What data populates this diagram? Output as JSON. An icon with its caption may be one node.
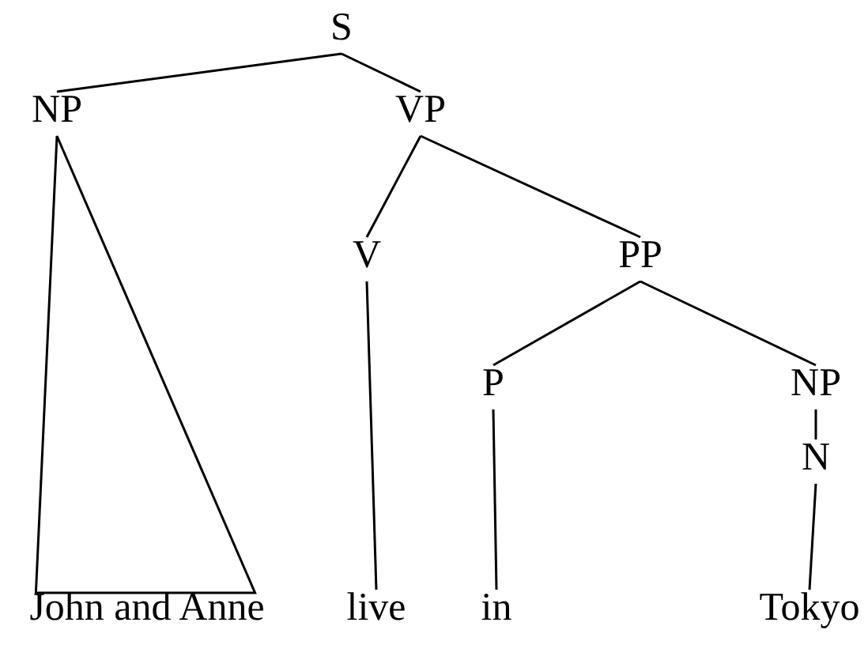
{
  "diagram": {
    "nodes": [
      {
        "text": [
          "S"
        ]
      },
      {
        "text": [
          "NP"
        ]
      },
      {
        "text": [
          "VP"
        ]
      },
      {
        "text": [
          "V"
        ]
      },
      {
        "text": [
          "PP"
        ]
      },
      {
        "text": [
          "P"
        ]
      },
      {
        "text": [
          "NP"
        ]
      },
      {
        "text": [
          "N"
        ]
      },
      {
        "text": [
          "John and Anne"
        ]
      },
      {
        "text": [
          "live"
        ]
      },
      {
        "text": [
          "in"
        ]
      },
      {
        "text": [
          "Tokyo"
        ]
      }
    ],
    "edges": [
      {
        "from": 0,
        "to": 1,
        "arrow": "none"
      },
      {
        "from": 0,
        "to": 2,
        "arrow": "none"
      },
      {
        "from": 1,
        "to": 8,
        "arrow": "none"
      },
      {
        "from": 2,
        "to": 3,
        "arrow": "none"
      },
      {
        "from": 2,
        "to": 4,
        "arrow": "none"
      },
      {
        "from": 3,
        "to": 9,
        "arrow": "none"
      },
      {
        "from": 4,
        "to": 5,
        "arrow": "none"
      },
      {
        "from": 4,
        "to": 6,
        "arrow": "none"
      },
      {
        "from": 5,
        "to": 10,
        "arrow": "none"
      },
      {
        "from": 6,
        "to": 7,
        "arrow": "none"
      },
      {
        "from": 7,
        "to": 11,
        "arrow": "none"
      }
    ]
  }
}
